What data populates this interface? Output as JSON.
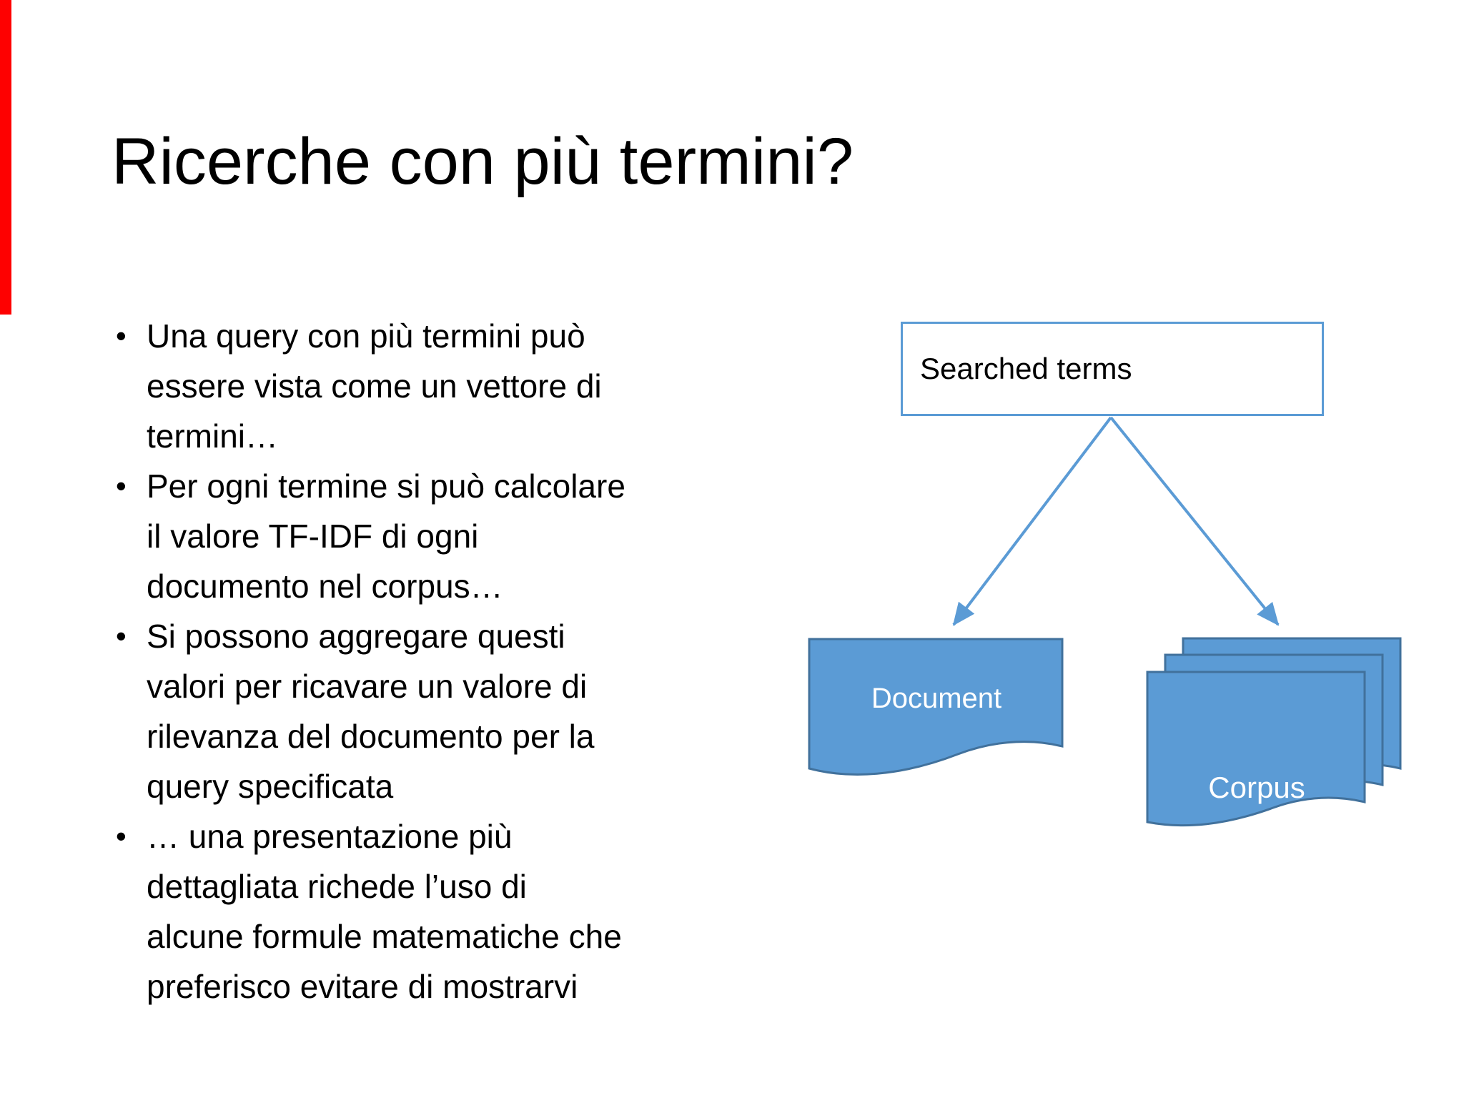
{
  "slide": {
    "accent_bar": {
      "color": "#fe0101"
    },
    "title": "Ricerche con più termini?",
    "bullets": [
      "Una query con più termini può\nessere vista come un vettore di\ntermini…",
      "Per ogni termine si può calcolare\nil valore TF-IDF di ogni\ndocumento nel corpus…",
      "Si possono aggregare questi\nvalori per ricavare un valore di\nrilevanza del documento per la\nquery specificata",
      "… una presentazione più\ndettagliata richede l’uso di\nalcune formule matematiche che\npreferisco evitare di mostrarvi"
    ],
    "diagram": {
      "root_label": "Searched terms",
      "document_label": "Document",
      "corpus_label": "Corpus",
      "colors": {
        "shape_fill": "#5b9bd5",
        "shape_border": "#41719c",
        "connector": "#5b9bd5",
        "root_box_border": "#5b9bd5"
      }
    }
  }
}
